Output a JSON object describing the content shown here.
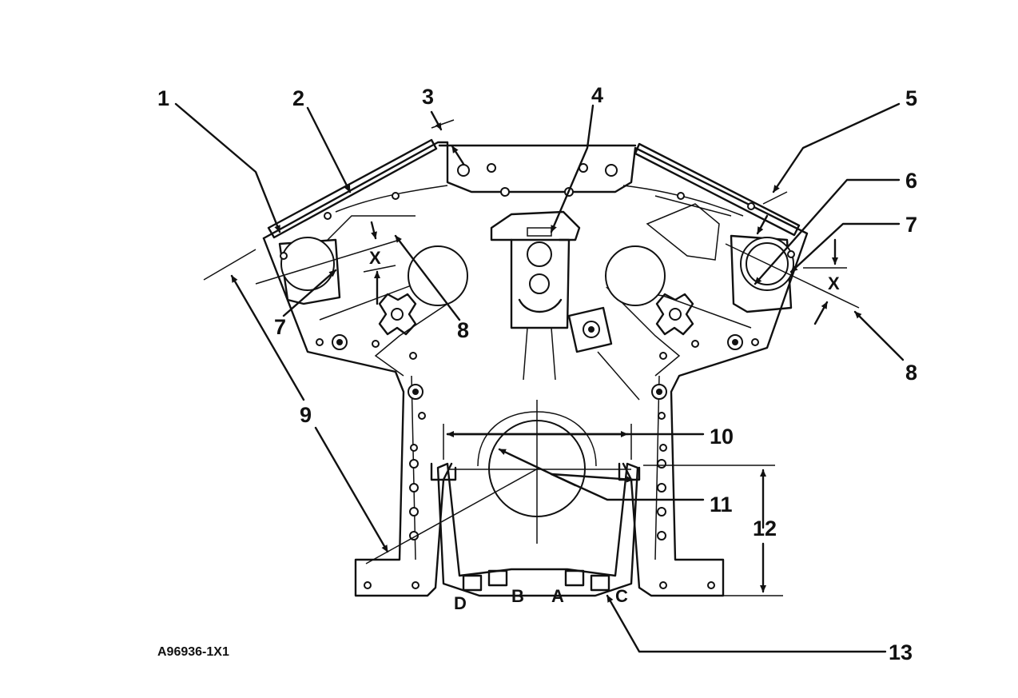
{
  "figure_id": "A96936-1X1",
  "callouts": [
    "1",
    "2",
    "3",
    "4",
    "5",
    "6",
    "7",
    "7",
    "8",
    "8",
    "9",
    "10",
    "11",
    "12",
    "13"
  ],
  "bolt_letters": [
    "D",
    "B",
    "A",
    "C"
  ],
  "dimension_symbol": "X",
  "colors": {
    "line": "#111111",
    "background": "#ffffff"
  }
}
